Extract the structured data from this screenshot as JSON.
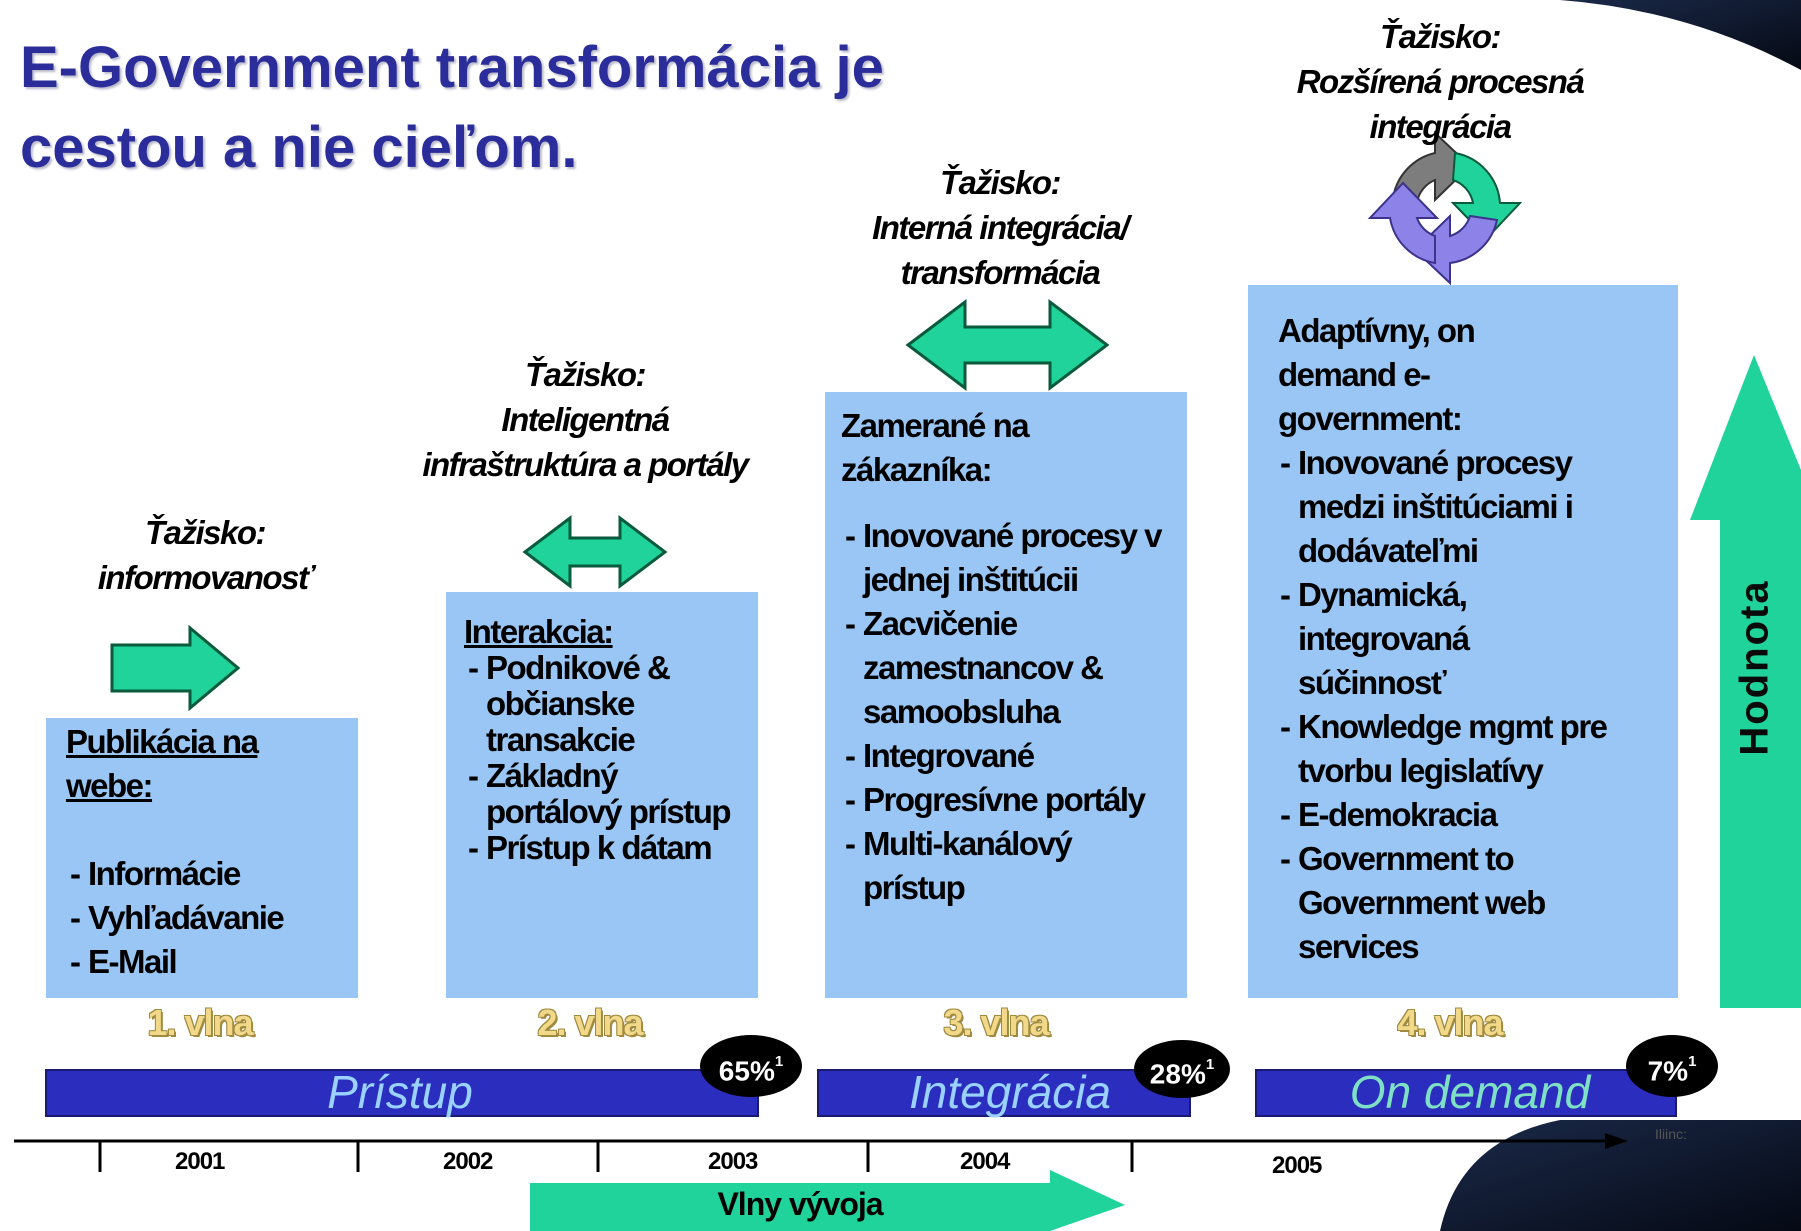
{
  "title": "E-Government transformácia je cestou a nie cieľom.",
  "focus_label": "Ťažisko:",
  "waves": [
    {
      "focus_text": "informovanosť",
      "box_heading": "Publikácia na webe:",
      "items": [
        "Informácie",
        "Vyhľadávanie",
        "E-Mail"
      ],
      "wave_label": "1. vlna"
    },
    {
      "focus_text": "Inteligentná infraštruktúra a portály",
      "box_heading": "Interakcia:",
      "items": [
        "Podnikové & občianske transakcie",
        "Základný portálový prístup",
        "Prístup k dátam"
      ],
      "wave_label": "2. vlna"
    },
    {
      "focus_text": "Interná integrácia/ transformácia",
      "box_heading": "Zamerané na zákazníka:",
      "items": [
        "Inovované procesy v jednej inštitúcii",
        "Zacvičenie zamestnancov & samoobsluha",
        "Integrované",
        "Progresívne portály",
        "Multi-kanálový prístup"
      ],
      "wave_label": "3. vlna"
    },
    {
      "focus_text": "Rozšírená procesná integrácia",
      "box_heading": "Adaptívny, on demand e-government:",
      "items": [
        "Inovované procesy medzi inštitúciami i dodávateľmi",
        "Dynamická, integrovaná súčinnosť",
        "Knowledge mgmt pre tvorbu legislatívy",
        "E-demokracia",
        "Government to Government web services"
      ],
      "wave_label": "4. vlna"
    }
  ],
  "bands": [
    {
      "label": "Prístup",
      "percent": "65%",
      "footnote": "1"
    },
    {
      "label": "Integrácia",
      "percent": "28%",
      "footnote": "1"
    },
    {
      "label": "On demand",
      "percent": "7%",
      "footnote": "1"
    }
  ],
  "years": [
    "2001",
    "2002",
    "2003",
    "2004",
    "2005"
  ],
  "axis_note": "Iliinc:",
  "value_label": "Hodnota",
  "bottom_label": "Vlny vývoja",
  "colors": {
    "title": "#2b2d9a",
    "box_fill": "#99c6f5",
    "band_fill": "#2b2dbf",
    "arrow_green": "#1fd39a",
    "wave_label": "#f2d98a",
    "corner_dark": "#0b1630"
  }
}
